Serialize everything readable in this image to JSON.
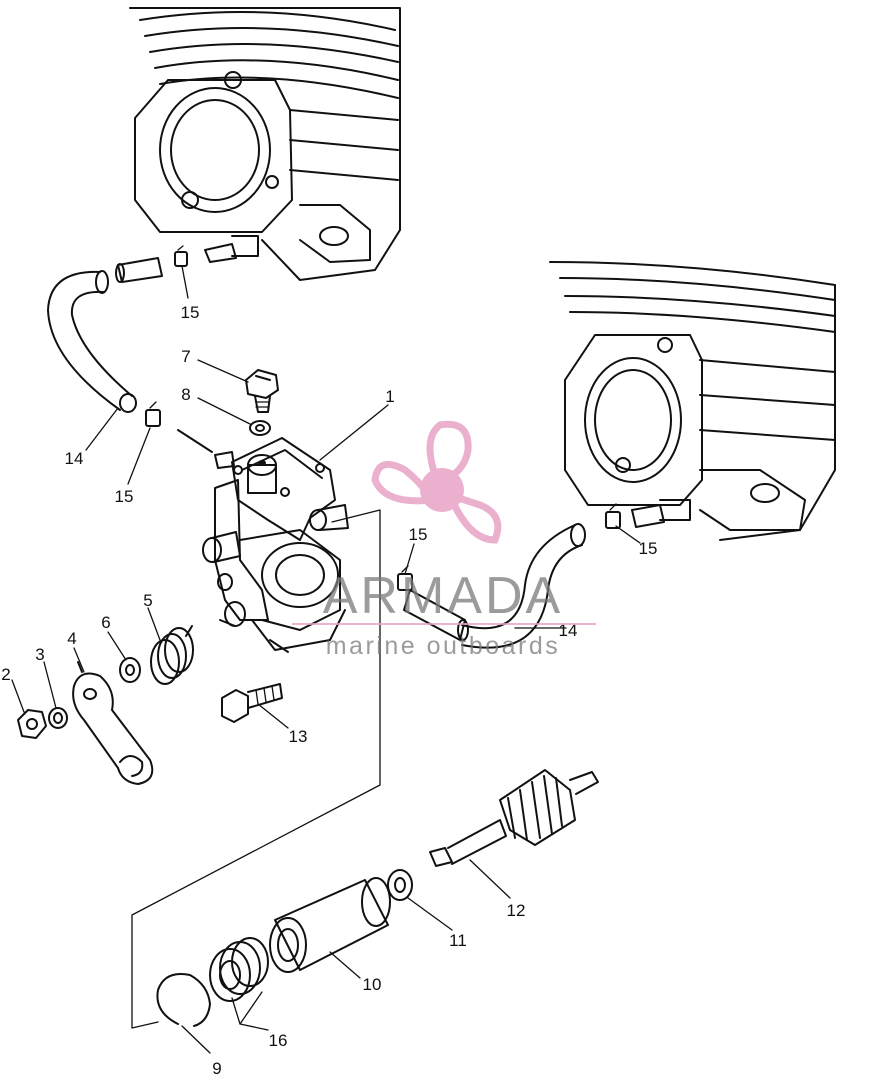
{
  "callouts": [
    {
      "id": "c1",
      "text": "1"
    },
    {
      "id": "c2",
      "text": "2"
    },
    {
      "id": "c3",
      "text": "3"
    },
    {
      "id": "c4",
      "text": "4"
    },
    {
      "id": "c5",
      "text": "5"
    },
    {
      "id": "c6",
      "text": "6"
    },
    {
      "id": "c7",
      "text": "7"
    },
    {
      "id": "c8",
      "text": "8"
    },
    {
      "id": "c9",
      "text": "9"
    },
    {
      "id": "c10",
      "text": "10"
    },
    {
      "id": "c11",
      "text": "11"
    },
    {
      "id": "c12",
      "text": "12"
    },
    {
      "id": "c13",
      "text": "13"
    },
    {
      "id": "c14a",
      "text": "14"
    },
    {
      "id": "c14b",
      "text": "14"
    },
    {
      "id": "c15a",
      "text": "15"
    },
    {
      "id": "c15b",
      "text": "15"
    },
    {
      "id": "c15c",
      "text": "15"
    },
    {
      "id": "c15d",
      "text": "15"
    },
    {
      "id": "c16",
      "text": "16"
    }
  ],
  "watermark": {
    "brand": "ARMADA",
    "tagline": "marine outboards",
    "colors": {
      "propeller": "#e7a3c6",
      "text": "#7a7a7a",
      "line": "#e7a3c6"
    }
  }
}
